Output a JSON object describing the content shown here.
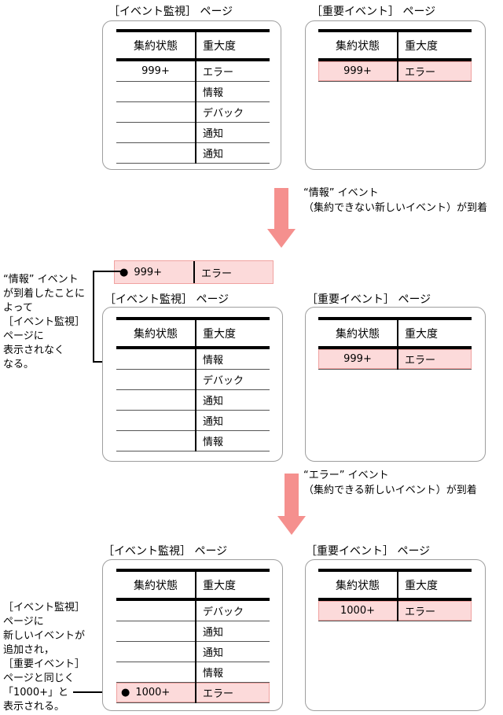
{
  "colors": {
    "highlight_fill": "#fcdada",
    "highlight_border": "#f0a2a0",
    "arrow": "#f5908e",
    "panel_border": "#9e9e9e",
    "line_thick": "#000000",
    "line_thin": "#555555",
    "text": "#000000"
  },
  "icons": {
    "bullet": "●"
  },
  "headers": {
    "status": "集約状態",
    "severity": "重大度"
  },
  "stage1": {
    "monitor": {
      "title": "［イベント監視］ ページ",
      "rows": [
        {
          "status": "999+",
          "severity": "エラー"
        },
        {
          "status": "",
          "severity": "情報"
        },
        {
          "status": "",
          "severity": "デバック"
        },
        {
          "status": "",
          "severity": "通知"
        },
        {
          "status": "",
          "severity": "通知"
        }
      ]
    },
    "important": {
      "title": "［重要イベント］ ページ",
      "rows": [
        {
          "status": "999+",
          "severity": "エラー"
        }
      ]
    }
  },
  "transition1": {
    "line1": "“情報” イベント",
    "line2": "（集約できない新しいイベント）が到着"
  },
  "stage2": {
    "removed_row": {
      "status": "999+",
      "severity": "エラー"
    },
    "note_lines": [
      "“情報” イベント",
      "が到着したことに",
      "よって",
      "［イベント監視］",
      "ページに",
      "表示されなく",
      "なる。"
    ],
    "monitor": {
      "title": "［イベント監視］ ページ",
      "rows": [
        {
          "status": "",
          "severity": "情報"
        },
        {
          "status": "",
          "severity": "デバック"
        },
        {
          "status": "",
          "severity": "通知"
        },
        {
          "status": "",
          "severity": "通知"
        },
        {
          "status": "",
          "severity": "情報"
        }
      ]
    },
    "important": {
      "title": "［重要イベント］ ページ",
      "rows": [
        {
          "status": "999+",
          "severity": "エラー"
        }
      ]
    }
  },
  "transition2": {
    "line1": "“エラー” イベント",
    "line2": "（集約できる新しいイベント）が到着"
  },
  "stage3": {
    "note_lines": [
      "［イベント監視］",
      "ページに",
      "新しいイベントが",
      "追加され，",
      "［重要イベント］",
      "ページと同じく",
      "「1000+」と",
      "表示される。"
    ],
    "monitor": {
      "title": "［イベント監視］ ページ",
      "rows": [
        {
          "status": "",
          "severity": "デバック"
        },
        {
          "status": "",
          "severity": "通知"
        },
        {
          "status": "",
          "severity": "通知"
        },
        {
          "status": "",
          "severity": "情報"
        },
        {
          "status": "1000+",
          "severity": "エラー"
        }
      ]
    },
    "important": {
      "title": "［重要イベント］ ページ",
      "rows": [
        {
          "status": "1000+",
          "severity": "エラー"
        }
      ]
    }
  }
}
